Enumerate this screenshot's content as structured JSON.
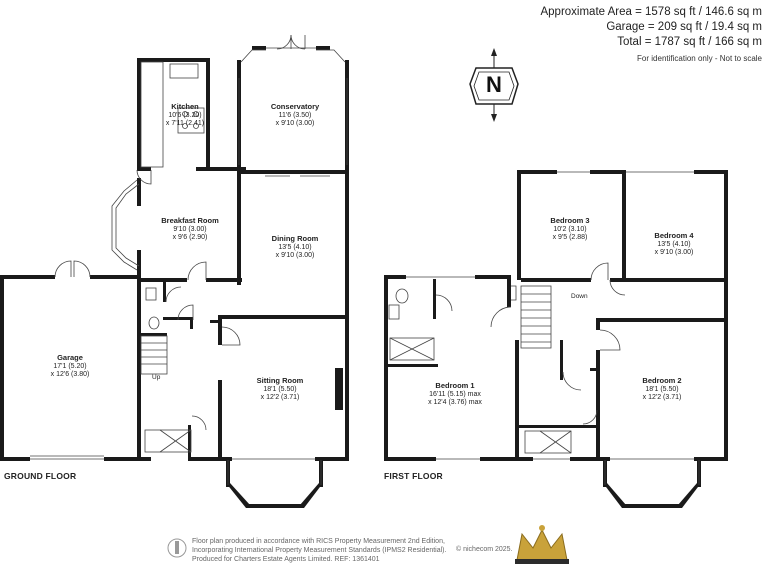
{
  "areas": {
    "approx": "Approximate Area = 1578 sq ft / 146.6 sq m",
    "garage": "Garage = 209 sq ft / 19.4 sq m",
    "total": "Total = 1787 sq ft / 166 sq m",
    "note": "For identification only - Not to scale"
  },
  "compass": {
    "letter": "N"
  },
  "floors": {
    "ground": "GROUND FLOOR",
    "first": "FIRST FLOOR"
  },
  "rooms": {
    "kitchen": {
      "name": "Kitchen",
      "dim1": "10'6 (3.20)",
      "dim2": "x 7'11 (2.41)"
    },
    "conservatory": {
      "name": "Conservatory",
      "dim1": "11'6 (3.50)",
      "dim2": "x 9'10 (3.00)"
    },
    "breakfast": {
      "name": "Breakfast Room",
      "dim1": "9'10 (3.00)",
      "dim2": "x 9'6 (2.90)"
    },
    "dining": {
      "name": "Dining Room",
      "dim1": "13'5 (4.10)",
      "dim2": "x 9'10 (3.00)"
    },
    "garage": {
      "name": "Garage",
      "dim1": "17'1 (5.20)",
      "dim2": "x 12'6 (3.80)"
    },
    "sitting": {
      "name": "Sitting Room",
      "dim1": "18'1 (5.50)",
      "dim2": "x 12'2 (3.71)"
    },
    "bedroom3": {
      "name": "Bedroom 3",
      "dim1": "10'2 (3.10)",
      "dim2": "x 9'5 (2.88)"
    },
    "bedroom4": {
      "name": "Bedroom 4",
      "dim1": "13'5 (4.10)",
      "dim2": "x 9'10 (3.00)"
    },
    "bedroom1": {
      "name": "Bedroom 1",
      "dim1": "16'11 (5.15) max",
      "dim2": "x 12'4 (3.76) max"
    },
    "bedroom2": {
      "name": "Bedroom 2",
      "dim1": "18'1 (5.50)",
      "dim2": "x 12'2 (3.71)"
    }
  },
  "stairs": {
    "up": "Up",
    "down": "Down"
  },
  "footer": {
    "line1": "Floor plan produced in accordance with RICS Property Measurement 2nd Edition,",
    "line2": "Incorporating International Property Measurement Standards (IPMS2 Residential).",
    "line3": "Produced for Charters Estate Agents Limited.   REF: 1361401",
    "copyright": "© nichecom 2025."
  }
}
